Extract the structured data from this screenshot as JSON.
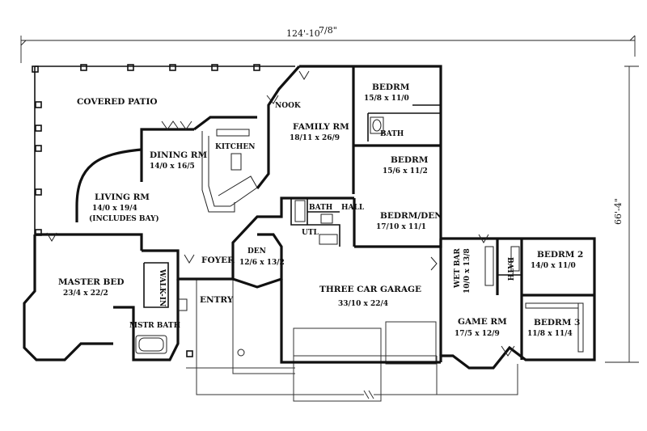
{
  "dimensions": {
    "overall_width": "124'-10",
    "overall_width_fraction": "7/8\"",
    "overall_depth": "66'-4\""
  },
  "rooms": {
    "covered_patio": "COVERED PATIO",
    "nook": "NOOK",
    "family_rm": {
      "name": "FAMILY RM",
      "size": "18/11 x 26/9"
    },
    "bedrm_1": {
      "name": "BEDRM",
      "size": "15/8 x 11/0"
    },
    "bath_1": "BATH",
    "bedrm_2": {
      "name": "BEDRM",
      "size": "15/6 x 11/2"
    },
    "dining_rm": {
      "name": "DINING RM",
      "size": "14/0 x 16/5"
    },
    "kitchen": "KITCHEN",
    "living_rm": {
      "name": "LIVING RM",
      "size": "14/0 x 19/4",
      "note": "(INCLUDES BAY)"
    },
    "bath_2": "BATH",
    "hall": "HALL",
    "utl": "UTL",
    "bedrm_den": {
      "name": "BEDRM/DEN",
      "size": "17/10 x 11/1"
    },
    "den": {
      "name": "DEN",
      "size": "12/6 x 13/2"
    },
    "foyer": "FOYER",
    "entry": "ENTRY",
    "master_bed": {
      "name": "MASTER BED",
      "size": "23/4 x 22/2"
    },
    "walk_in": "WALK-IN",
    "mstr_bath": "MSTR BATH",
    "three_car_garage": {
      "name": "THREE CAR GARAGE",
      "size": "33/10 x 22/4"
    },
    "wet_bar": {
      "name": "WET BAR",
      "size": "10/0 x 13/8"
    },
    "bath_3": "BATH",
    "bedrm_2b": {
      "name": "BEDRM 2",
      "size": "14/0 x 11/0"
    },
    "game_rm": {
      "name": "GAME RM",
      "size": "17/5 x 12/9"
    },
    "bedrm_3": {
      "name": "BEDRM 3",
      "size": "11/8 x 11/4"
    }
  }
}
